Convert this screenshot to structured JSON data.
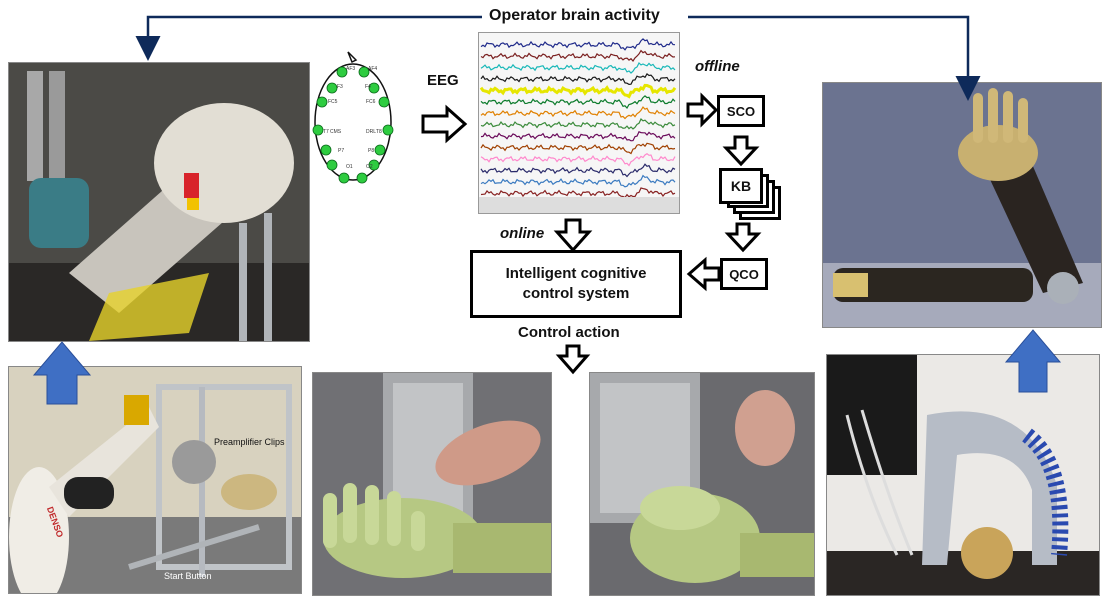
{
  "top_label": "Operator brain activity",
  "eeg_label": "EEG",
  "offline_label": "offline",
  "online_label": "online",
  "control_action_label": "Control action",
  "central_box": {
    "line1": "Intelligent cognitive",
    "line2": "control system"
  },
  "blocks": {
    "sco": "SCO",
    "kb": "KB",
    "qco": "QCO"
  },
  "electrodes": [
    "AF3",
    "AF4",
    "F3",
    "F4",
    "FC5",
    "FC6",
    "T7",
    "T8",
    "CMS",
    "DRL",
    "P7",
    "P8",
    "O1",
    "O2"
  ],
  "photo_captions": {
    "preamp": "Preamplifier Clips",
    "start": "Start Button",
    "brand": "DENSO"
  },
  "colors": {
    "arrow_blue": "#3f6fc4",
    "electrode_green": "#2ecc40",
    "trace_colors": [
      "#1f2a8a",
      "#7a1f1f",
      "#19b8b8",
      "#1a1a1a",
      "#e6e600",
      "#0a7a2a",
      "#e08000",
      "#3a8a3a",
      "#6a0a5a",
      "#a04000",
      "#ff88cc",
      "#2a2a6a",
      "#3a7ac0",
      "#882222"
    ]
  }
}
